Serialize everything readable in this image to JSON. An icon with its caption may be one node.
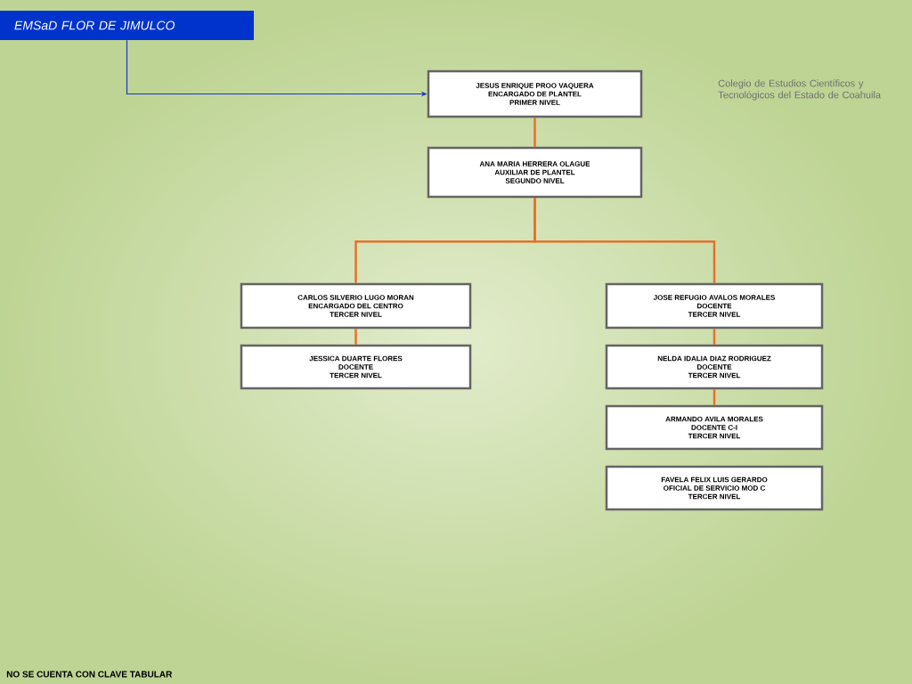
{
  "diagram": {
    "nodes": [
      {
        "text": [
          "EMSaD FLOR DE JIMULCO"
        ]
      },
      {
        "text": [
          "JESUS ENRIQUE PROO VAQUERA",
          "ENCARGADO DE PLANTEL",
          "PRIMER NIVEL"
        ]
      },
      {
        "text": [
          "ANA MARIA HERRERA OLAGUE",
          "AUXILIAR DE PLANTEL",
          "SEGUNDO NIVEL"
        ]
      },
      {
        "text": [
          "CARLOS SILVERIO LUGO MORAN",
          "ENCARGADO DEL CENTRO",
          "TERCER NIVEL"
        ]
      },
      {
        "text": [
          "JESSICA DUARTE FLORES",
          "DOCENTE",
          "TERCER NIVEL"
        ]
      },
      {
        "text": [
          "JOSE REFUGIO AVALOS MORALES",
          "DOCENTE",
          "TERCER NIVEL"
        ]
      },
      {
        "text": [
          "NELDA IDALIA DIAZ RODRIGUEZ",
          "DOCENTE",
          "TERCER NIVEL"
        ]
      },
      {
        "text": [
          "ARMANDO AVILA MORALES",
          "DOCENTE  C-I",
          "TERCER NIVEL"
        ]
      },
      {
        "text": [
          "FAVELA FELIX LUIS GERARDO",
          "OFICIAL DE SERVICIO MOD C",
          "TERCER NIVEL"
        ]
      }
    ],
    "edges": [
      {
        "from": 0,
        "to": 1,
        "arrow": "to",
        "color": "#1a35c8"
      },
      {
        "from": 1,
        "to": 2,
        "arrow": "none"
      },
      {
        "from": 2,
        "to": 3,
        "arrow": "none"
      },
      {
        "from": 2,
        "to": 5,
        "arrow": "none"
      },
      {
        "from": 3,
        "to": 4,
        "arrow": "none"
      },
      {
        "from": 5,
        "to": 6,
        "arrow": "none"
      },
      {
        "from": 6,
        "to": 7,
        "arrow": "none"
      }
    ],
    "labels": [
      "Colegio de Estudios Científicos y Tecnológicos del Estado de Coahuila",
      "NO SE CUENTA CON CLAVE TABULAR"
    ]
  }
}
